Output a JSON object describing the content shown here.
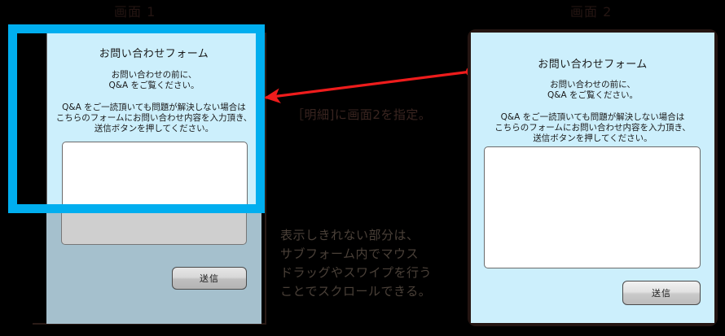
{
  "captions": {
    "screen1": "画面 1",
    "screen2": "画面 2"
  },
  "form": {
    "title": "お問い合わせフォーム",
    "intro": "お問い合わせの前に、\nQ&A をご覧ください。",
    "body": "Q&A をご一読頂いても問題が解決しない場合は\nこちらのフォームにお問い合わせ内容を入力頂き、\n送信ボタンを押してください。",
    "textarea_value": "",
    "textarea_placeholder": "",
    "send_label": "送信"
  },
  "annotations": {
    "spec": "［明細]に画面2を指定。",
    "scroll": "表示しきれない部分は、\nサブフォーム内でマウス\nドラッグやスワイプを行う\nことでスクロールできる。"
  },
  "colors": {
    "background": "#000000",
    "selection": "#00aeef",
    "form_bg": "#cceffc",
    "muted_bg": "#a5c0cd",
    "frame": "#241512",
    "arrow": "#ee1c1c",
    "caption_text": "#241512"
  },
  "arrow": {
    "name": "red-pointer-arrow",
    "from": "画面2 左端",
    "to": "画面1 選択枠"
  }
}
